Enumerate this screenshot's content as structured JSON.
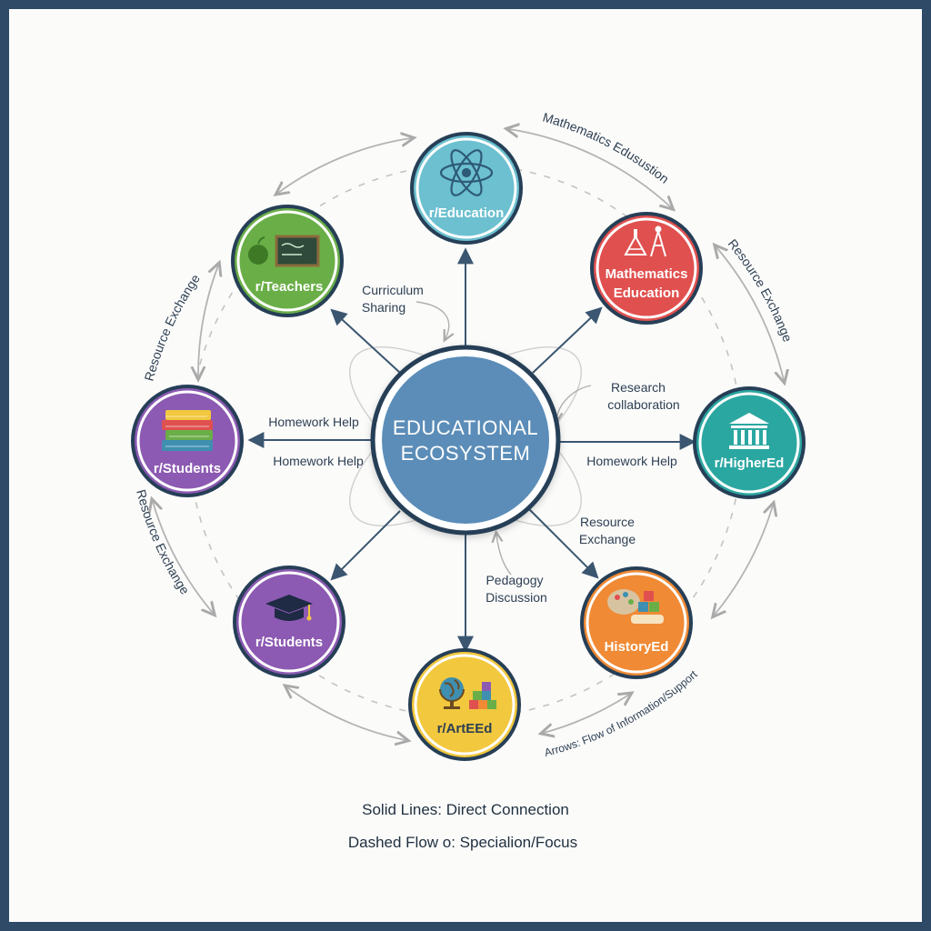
{
  "center": {
    "line1": "EDUCATIONAL",
    "line2": "ECOSYSTEM"
  },
  "nodes": {
    "education": {
      "label": "r/Education",
      "color": "#6cc0d0",
      "icon": "atom-icon"
    },
    "teachers": {
      "label": "r/Teachers",
      "color": "#6aae48",
      "icon": "apple-chalkboard-icon"
    },
    "mathematics": {
      "line1": "Mathematics",
      "line2": "Education",
      "color": "#e0504f",
      "icon": "flask-compass-icon"
    },
    "students_top": {
      "label": "r/Students",
      "color": "#8c5ab2",
      "icon": "books-icon"
    },
    "highered": {
      "label": "r/HigherEd",
      "color": "#2ba7a1",
      "icon": "university-icon"
    },
    "students_bottom": {
      "label": "r/Students",
      "color": "#8c5ab2",
      "icon": "graduation-cap-icon"
    },
    "historyed": {
      "label": "HistoryEd",
      "color": "#f08a34",
      "icon": "palette-blocks-icon"
    },
    "arted": {
      "label": "r/ArtEEd",
      "color": "#f2c83e",
      "icon": "globe-blocks-icon"
    }
  },
  "edge_labels": {
    "curriculum_1": "Curriculum",
    "curriculum_2": "Sharing",
    "research_1": "Research",
    "research_2": "collaboration",
    "homework_top": "Homework Help",
    "homework_left": "Homework Help",
    "homework_right": "Homework Help",
    "resource_1": "Resource",
    "resource_2": "Exchange",
    "pedagogy_1": "Pedagogy",
    "pedagogy_2": "Discussion"
  },
  "arc_labels": {
    "top_right": "Mathematics Edusustion",
    "right": "Resource Exchange",
    "upper_left": "Resource Exchange",
    "lower_left": "Resource Exchange",
    "bottom_right": "Arrows: Flow of Information/Support"
  },
  "legend": {
    "solid": "Solid Lines: Direct Connection",
    "dashed": "Dashed Flow o: Specialion/Focus"
  },
  "colors": {
    "hub": "#5b8db8",
    "outline": "#263f57",
    "arrow": "#3b5670",
    "ring": "#b9b9b9"
  }
}
